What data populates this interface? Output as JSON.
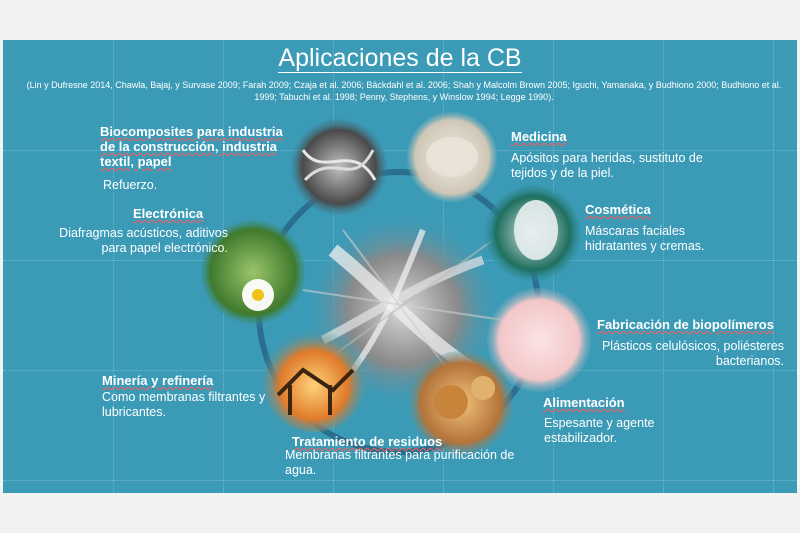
{
  "title": "Aplicaciones de la CB",
  "references": "(Lin y Dufresne 2014, Chawla, Bajaj, y Survase 2009; Farah 2009; Czaja et al. 2006; Bäckdahl et al. 2006; Shah y Malcolm Brown 2005; Iguchi, Yamanaka, y Budhiono 2000; Budhiono et al. 1999; Tabuchi et al. 1998; Penny, Stephens, y Winslow 1994; Legge 1990).",
  "applications": {
    "biocomposites": {
      "heading": "Biocomposites para industria de la construcción, industria textil, papel",
      "desc": "Refuerzo."
    },
    "electronica": {
      "heading": "Electrónica",
      "desc": "Diafragmas acústicos, aditivos para papel electrónico."
    },
    "mineria": {
      "heading": "Minería y refinería",
      "desc": "Como membranas filtrantes y lubricantes."
    },
    "tratamiento": {
      "heading": "Tratamiento de residuos",
      "desc": "Membranas filtrantes para purificación de agua."
    },
    "medicina": {
      "heading": "Medicina",
      "desc": "Apósitos para heridas, sustituto de tejidos y de la piel."
    },
    "cosmetica": {
      "heading": "Cosmética",
      "desc": "Máscaras faciales hidratantes y cremas."
    },
    "biopolimeros": {
      "heading": "Fabricación de biopolímeros",
      "desc": "Plásticos celulósicos, poliésteres bacterianos."
    },
    "alimentacion": {
      "heading": "Alimentación",
      "desc": "Espesante y agente estabilizador."
    }
  },
  "colors": {
    "slide": "#3b9bb7",
    "ring": "#2b6f8e",
    "text": "#ffffff"
  }
}
